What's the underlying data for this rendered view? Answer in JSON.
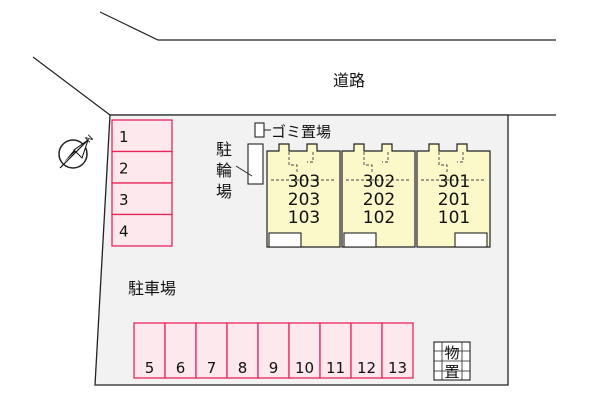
{
  "road": {
    "label": "道路"
  },
  "compass": {
    "label": "N",
    "icon": "north-arrow-icon"
  },
  "parking": {
    "label": "駐車場",
    "left_spaces": [
      "1",
      "2",
      "3",
      "4"
    ],
    "bottom_spaces": [
      "5",
      "6",
      "7",
      "8",
      "9",
      "10",
      "11",
      "12",
      "13"
    ]
  },
  "bike_parking": {
    "label": "駐輪場"
  },
  "garbage": {
    "label": "ゴミ置場"
  },
  "storage": {
    "label": "物置"
  },
  "building": {
    "units": [
      {
        "upper": "303",
        "middle": "203",
        "lower": "103"
      },
      {
        "upper": "302",
        "middle": "202",
        "lower": "102"
      },
      {
        "upper": "301",
        "middle": "201",
        "lower": "101"
      }
    ]
  },
  "colors": {
    "parking_stroke": "#e8265a",
    "parking_fill": "#fde8ee",
    "site_fill": "#f2f2f2",
    "building_fill": "#fbf8c9",
    "line": "#222222"
  }
}
